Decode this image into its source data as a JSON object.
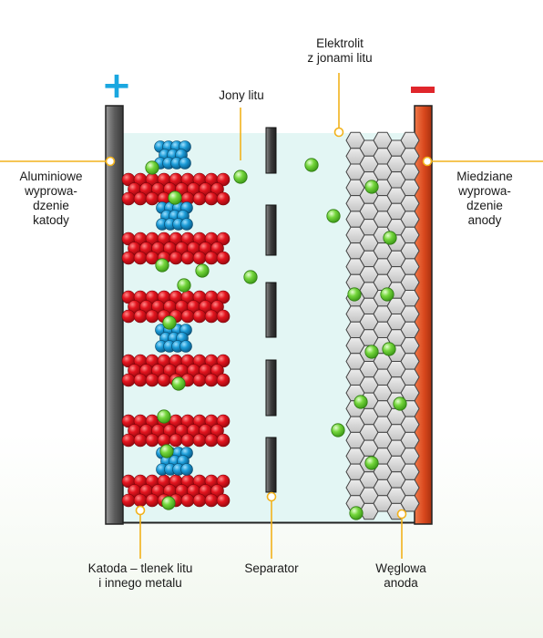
{
  "labels": {
    "electrolyte": [
      "Elektrolit",
      "z jonami litu"
    ],
    "lithium_ions": "Jony litu",
    "cathode_collector": [
      "Aluminiowe",
      "wyprowa-",
      "dzenie",
      "katody"
    ],
    "anode_collector": [
      "Miedziane",
      "wyprowa-",
      "dzenie",
      "anody"
    ],
    "cathode": [
      "Katoda – tlenek litu",
      "i innego metalu"
    ],
    "separator": "Separator",
    "anode": [
      "Węglowa",
      "anoda"
    ]
  },
  "symbols": {
    "positive": "+",
    "negative": "−"
  },
  "colors": {
    "electrolyte": "#e3f6f4",
    "callout": "#f2b21b",
    "positive_sign": "#1aa7e0",
    "negative_sign": "#e0262b",
    "cathode_collector": "#6f6f6f",
    "anode_collector": "#e0582a",
    "lithium_ion": "#6bd13a",
    "oxide_red": "#e0151f",
    "metal_blue": "#1a9ad6",
    "graphite": "#cfcfcf"
  }
}
